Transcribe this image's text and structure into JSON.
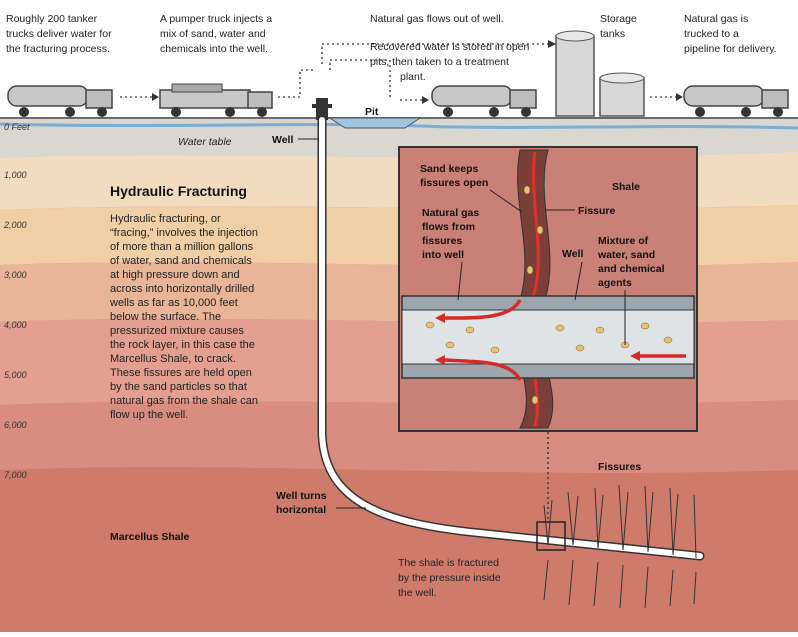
{
  "surface_captions": {
    "tankers": [
      "Roughly 200 tanker",
      "trucks deliver water for",
      "the fracturing process."
    ],
    "pumper": [
      "A pumper truck injects a",
      "mix of sand, water and",
      "chemicals into the well."
    ],
    "gas_flow": "Natural gas flows out of well.",
    "recovered": [
      "Recovered water is stored in open",
      "pits, then taken to a treatment",
      "plant."
    ],
    "storage": [
      "Storage",
      "tanks"
    ],
    "delivery": [
      "Natural gas is",
      "trucked to a",
      "pipeline for delivery."
    ]
  },
  "surface_labels": {
    "pit": "Pit",
    "water_table": "Water table",
    "well": "Well"
  },
  "depths": [
    "0 Feet",
    "1,000",
    "2,000",
    "3,000",
    "4,000",
    "5,000",
    "6,000",
    "7,000"
  ],
  "article": {
    "title": "Hydraulic Fracturing",
    "lines": [
      "Hydraulic fracturing, or",
      "“fracing,” involves the injection",
      "of more than a million gallons",
      "of water, sand and chemicals",
      "at high pressure down and",
      "across into horizontally drilled",
      "wells as far as 10,000 feet",
      "below the surface. The",
      "pressurized mixture causes",
      "the rock layer, in this case the",
      "Marcellus Shale, to crack.",
      "These fissures are held open",
      "by the sand particles so that",
      "natural gas from the shale can",
      "flow up the well."
    ]
  },
  "inset": {
    "sand": [
      "Sand keeps",
      "fissures open"
    ],
    "shale": "Shale",
    "fissure": "Fissure",
    "gas": [
      "Natural gas",
      "flows from",
      "fissures",
      "into well"
    ],
    "well": "Well",
    "mixture": [
      "Mixture of",
      "water, sand",
      "and chemical",
      "agents"
    ]
  },
  "deep": {
    "fissures": "Fissures",
    "turns": [
      "Well turns",
      "horizontal"
    ],
    "marcellus": "Marcellus Shale",
    "fractured": [
      "The shale is fractured",
      "by the pressure inside",
      "the well."
    ]
  },
  "colors": {
    "sky": "#ffffff",
    "ground_top": "#d9d7cf",
    "band1": "#f2dcc0",
    "band2": "#f1cfa6",
    "band3": "#e8b598",
    "band4": "#e39f90",
    "band5": "#d98c80",
    "shale": "#cf7b6b",
    "inset_bg": "#c98076",
    "well": "#ffffff"
  }
}
